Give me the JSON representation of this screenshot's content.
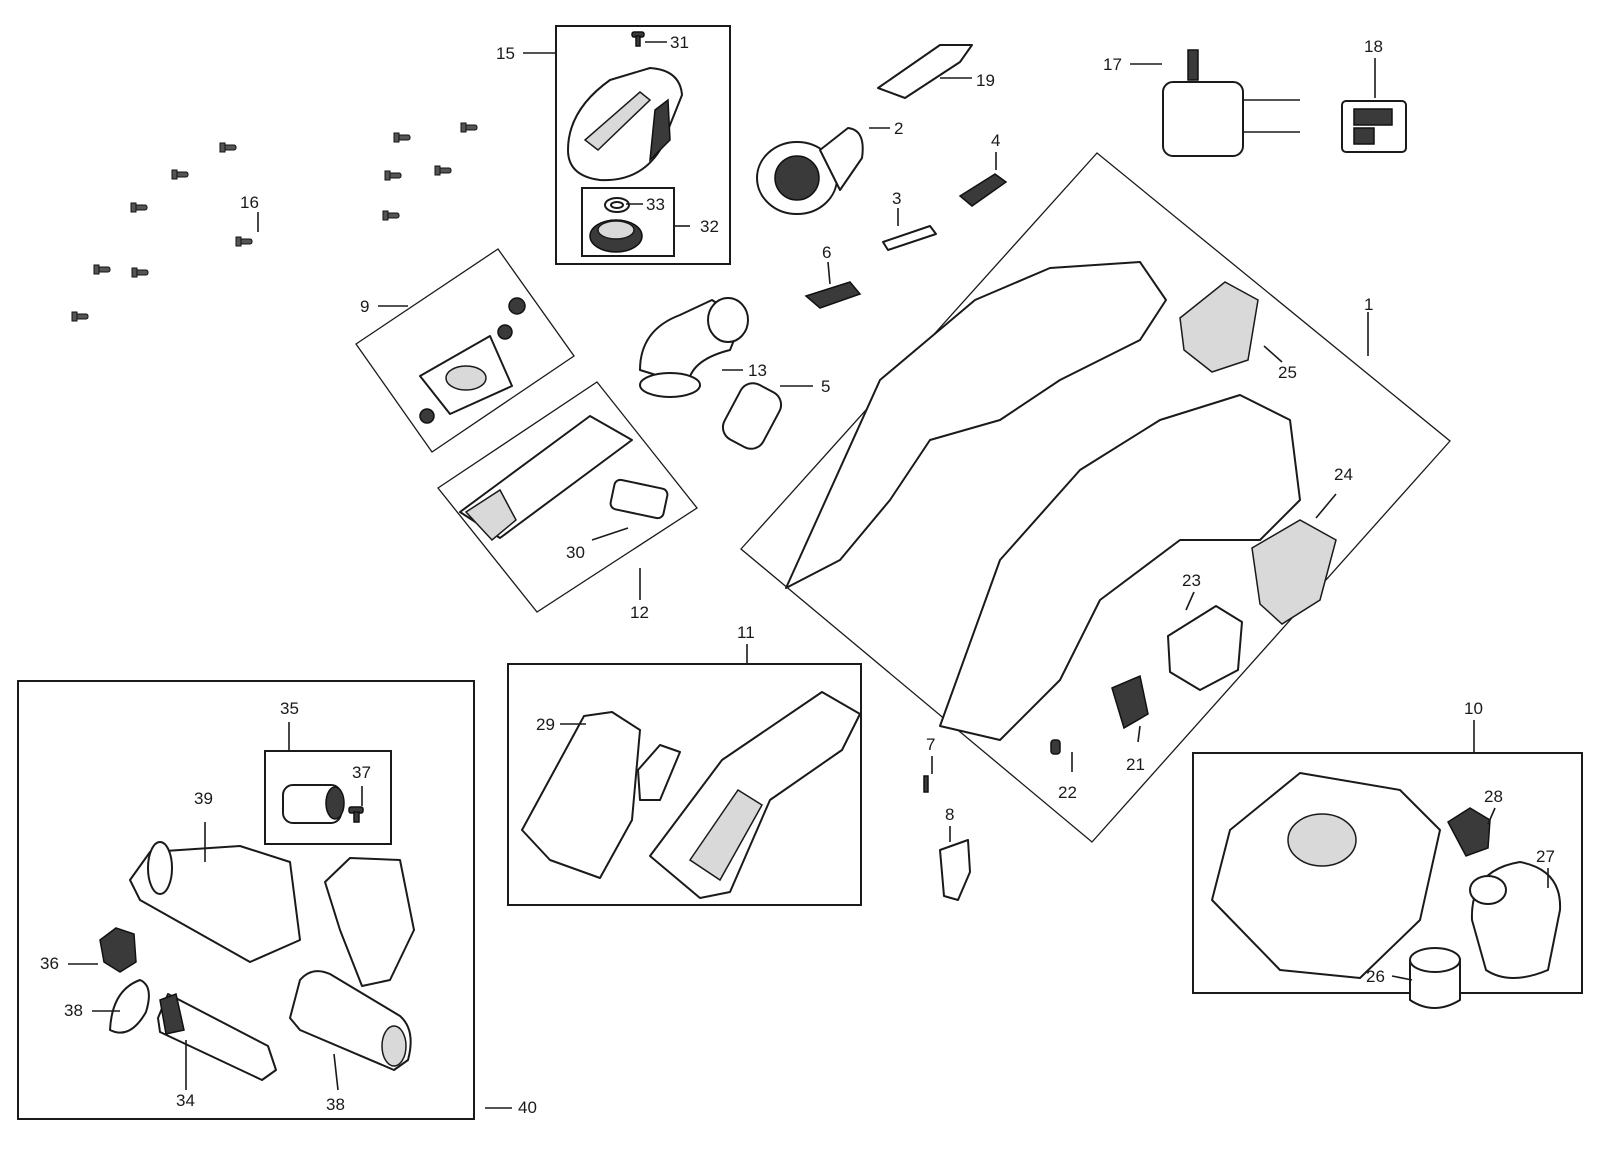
{
  "callouts": [
    {
      "id": "c1",
      "label": "1"
    },
    {
      "id": "c2",
      "label": "2"
    },
    {
      "id": "c3",
      "label": "3"
    },
    {
      "id": "c4",
      "label": "4"
    },
    {
      "id": "c5",
      "label": "5"
    },
    {
      "id": "c6",
      "label": "6"
    },
    {
      "id": "c7",
      "label": "7"
    },
    {
      "id": "c8",
      "label": "8"
    },
    {
      "id": "c9",
      "label": "9"
    },
    {
      "id": "c10",
      "label": "10"
    },
    {
      "id": "c11",
      "label": "11"
    },
    {
      "id": "c12",
      "label": "12"
    },
    {
      "id": "c13",
      "label": "13"
    },
    {
      "id": "c15",
      "label": "15"
    },
    {
      "id": "c16",
      "label": "16"
    },
    {
      "id": "c17",
      "label": "17"
    },
    {
      "id": "c18",
      "label": "18"
    },
    {
      "id": "c19",
      "label": "19"
    },
    {
      "id": "c21",
      "label": "21"
    },
    {
      "id": "c22",
      "label": "22"
    },
    {
      "id": "c23",
      "label": "23"
    },
    {
      "id": "c24",
      "label": "24"
    },
    {
      "id": "c25",
      "label": "25"
    },
    {
      "id": "c26",
      "label": "26"
    },
    {
      "id": "c27",
      "label": "27"
    },
    {
      "id": "c28",
      "label": "28"
    },
    {
      "id": "c29",
      "label": "29"
    },
    {
      "id": "c30",
      "label": "30"
    },
    {
      "id": "c31",
      "label": "31"
    },
    {
      "id": "c32",
      "label": "32"
    },
    {
      "id": "c33",
      "label": "33"
    },
    {
      "id": "c34",
      "label": "34"
    },
    {
      "id": "c35",
      "label": "35"
    },
    {
      "id": "c36",
      "label": "36"
    },
    {
      "id": "c37",
      "label": "37"
    },
    {
      "id": "c38a",
      "label": "38"
    },
    {
      "id": "c38b",
      "label": "38"
    },
    {
      "id": "c39",
      "label": "39"
    },
    {
      "id": "c40",
      "label": "40"
    }
  ]
}
